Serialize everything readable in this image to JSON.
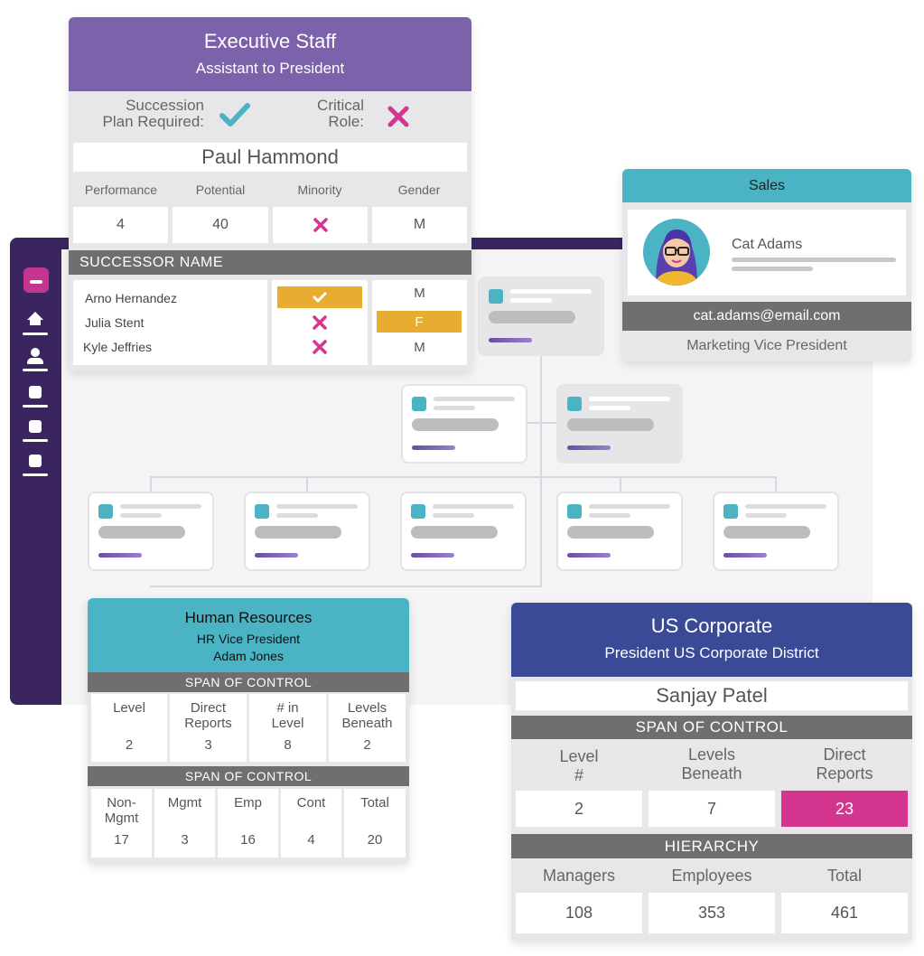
{
  "exec": {
    "title": "Executive Staff",
    "subtitle": "Assistant to President",
    "succession_label_1": "Succession",
    "succession_label_2": "Plan Required:",
    "critical_label_1": "Critical",
    "critical_label_2": "Role:",
    "person": "Paul Hammond",
    "metric_headers": [
      "Performance",
      "Potential",
      "Minority",
      "Gender"
    ],
    "metric_values": {
      "performance": "4",
      "potential": "40",
      "gender": "M"
    },
    "successor_header": "SUCCESSOR NAME",
    "successors": [
      {
        "name": "Arno Hernandez",
        "gender": "M"
      },
      {
        "name": "Julia Stent",
        "gender": "F"
      },
      {
        "name": "Kyle Jeffries",
        "gender": "M"
      }
    ]
  },
  "sales": {
    "title": "Sales",
    "name": "Cat Adams",
    "email": "cat.adams@email.com",
    "role": "Marketing Vice President"
  },
  "hr": {
    "title": "Human Resources",
    "role": "HR Vice President",
    "name": "Adam Jones",
    "span1_header": "SPAN OF CONTROL",
    "span1_cols": [
      {
        "l1": "Level",
        "l2": "",
        "value": "2"
      },
      {
        "l1": "Direct",
        "l2": "Reports",
        "value": "3"
      },
      {
        "l1": "# in",
        "l2": "Level",
        "value": "8"
      },
      {
        "l1": "Levels",
        "l2": "Beneath",
        "value": "2"
      }
    ],
    "span2_header": "SPAN OF CONTROL",
    "span2_cols": [
      {
        "l1": "Non-",
        "l2": "Mgmt",
        "value": "17"
      },
      {
        "l1": "Mgmt",
        "l2": "",
        "value": "3"
      },
      {
        "l1": "Emp",
        "l2": "",
        "value": "16"
      },
      {
        "l1": "Cont",
        "l2": "",
        "value": "4"
      },
      {
        "l1": "Total",
        "l2": "",
        "value": "20"
      }
    ]
  },
  "us": {
    "title": "US Corporate",
    "subtitle": "President US Corporate District",
    "person": "Sanjay Patel",
    "span_header": "SPAN OF CONTROL",
    "span_cols": [
      {
        "l1": "Level",
        "l2": "#",
        "value": "2"
      },
      {
        "l1": "Levels",
        "l2": "Beneath",
        "value": "7"
      },
      {
        "l1": "Direct",
        "l2": "Reports",
        "value": "23"
      }
    ],
    "hierarchy_header": "HIERARCHY",
    "hierarchy_cols": [
      {
        "label": "Managers",
        "value": "108"
      },
      {
        "label": "Employees",
        "value": "353"
      },
      {
        "label": "Total",
        "value": "461"
      }
    ]
  },
  "colors": {
    "exec_purple": "#7b62ab",
    "teal": "#4ab3c4",
    "navy": "#3b4a97",
    "magenta": "#d4358e",
    "highlight_orange": "#e8ac30",
    "sidebar": "#3a2560"
  },
  "icons": {
    "succession": "check-icon",
    "critical": "x-icon",
    "sidebar": [
      "app-logo-icon",
      "home-icon",
      "user-icon",
      "doc-icon",
      "doc-icon",
      "doc-icon"
    ]
  }
}
